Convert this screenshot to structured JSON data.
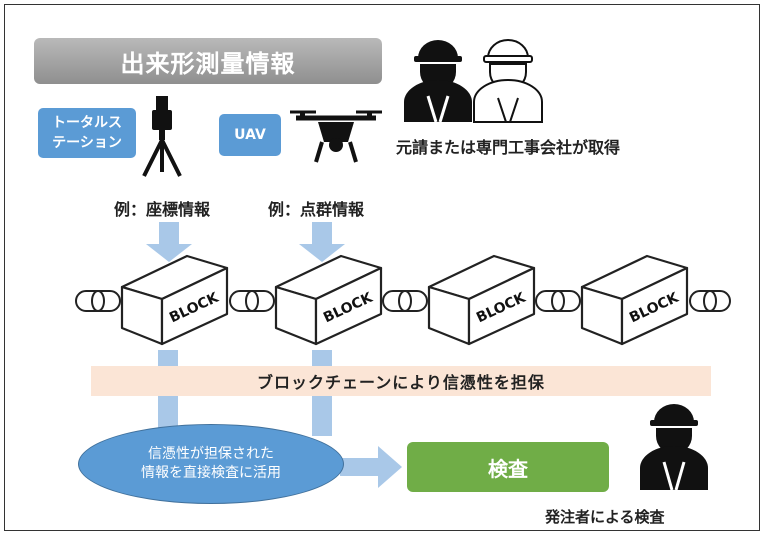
{
  "title": "出来形測量情報",
  "sources": [
    {
      "tag": "トータルス\nテーション",
      "example": "例：座標情報",
      "icon": "total-station-icon"
    },
    {
      "tag": "UAV",
      "example": "例：点群情報",
      "icon": "drone-icon"
    }
  ],
  "acquirer_label": "元請または専門工事会社が取得",
  "blocks": [
    "BLOCK",
    "BLOCK",
    "BLOCK",
    "BLOCK"
  ],
  "band_text": "ブロックチェーンにより信憑性を担保",
  "ellipse_text": [
    "信憑性が担保された",
    "情報を直接検査に活用"
  ],
  "inspection_label": "検査",
  "inspector_label": "発注者による検査",
  "colors": {
    "blue": "#5b9bd5",
    "arrow": "#a9c8e8",
    "band": "#fbe5d6",
    "green": "#70ad47",
    "gray": "#a6a6a6"
  }
}
